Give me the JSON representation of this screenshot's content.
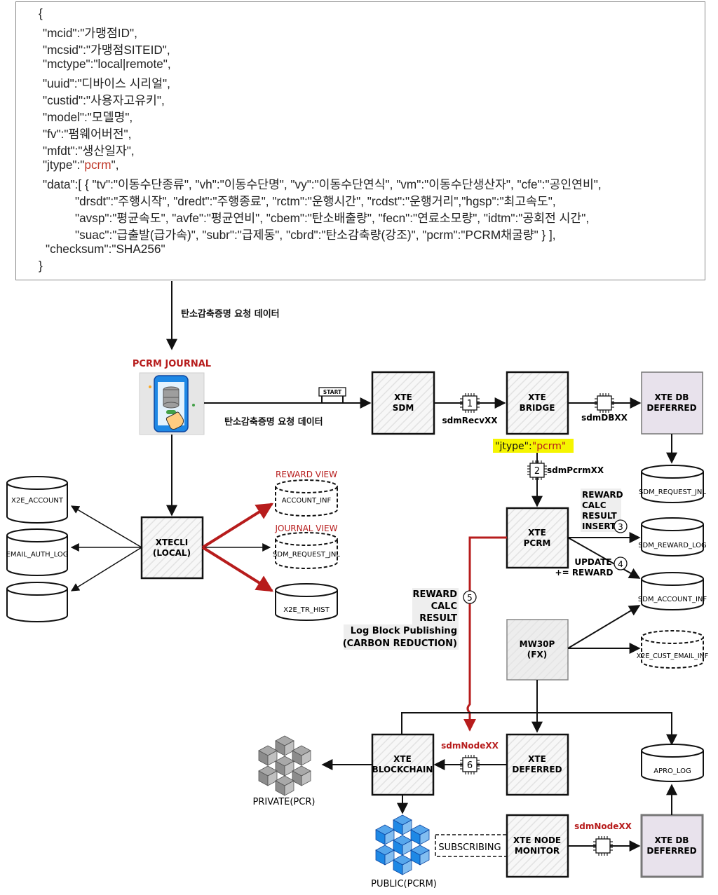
{
  "json_text": {
    "open_brace": "{",
    "close_brace": "}",
    "lines": [
      "\"mcid\":\"가맹점ID\",",
      "\"mcsid\":\"가맹점SITEID\",",
      "\"mctype\":\"local|remote\",",
      "\"uuid\":\"디바이스 시리얼\",",
      "\"custid\":\"사용자고유키\",",
      "\"model\":\"모델명\",",
      "\"fv\":\"펌웨어버전\",",
      "\"mfdt\":\"생산일자\","
    ],
    "jtype_prefix": "\"jtype\":\"",
    "jtype_value": "pcrm",
    "jtype_suffix": "\",",
    "data_lines": [
      "\"data\":[ { \"tv\":\"이동수단종류\",  \"vh\":\"이동수단명\", \"vy\":\"이동수단연식\", \"vm\":\"이동수단생산자\", \"cfe\":\"공인연비\",",
      "\"drsdt\":\"주행시작\",  \"dredt\":\"주행종료\", \"rctm\":\"운행시간\", \"rcdst\":\"운행거리\",\"hgsp\":\"최고속도\",",
      "\"avsp\":\"평균속도\", \"avfe\":\"평균연비\", \"cbem\":\"탄소배출량\", \"fecn\":\"연료소모량\", \"idtm\":\"공회전 시간\",",
      "\"suac\":\"급출발(급가속)\", \"subr\":\"급제동\", \"cbrd\":\"탄소감축량(강조)\", \"pcrm\":\"PCRM채굴량\" } ],"
    ],
    "checksum_line": "\"checksum\":\"SHA256\""
  },
  "labels": {
    "request_data_top": "탄소감축증명 요청 데이터",
    "request_data_mid": "탄소감축증명 요청 데이터",
    "pcrm_journal": "PCRM JOURNAL",
    "start_sign": "START",
    "xte_sdm": [
      "XTE",
      "SDM"
    ],
    "xte_bridge": [
      "XTE",
      "BRIDGE"
    ],
    "xte_db_deferred_top": [
      "XTE DB",
      "DEFERRED"
    ],
    "xte_pcrm": [
      "XTE",
      "PCRM"
    ],
    "xtecli": [
      "XTECLI",
      "(LOCAL)"
    ],
    "mw30p": [
      "MW30P",
      "(FX)"
    ],
    "xte_blockchain": [
      "XTE",
      "BLOCKCHAIN"
    ],
    "xte_deferred": [
      "XTE",
      "DEFERRED"
    ],
    "xte_node_monitor": [
      "XTE NODE",
      "MONITOR"
    ],
    "xte_db_deferred_bottom": [
      "XTE DB",
      "DEFERRED"
    ],
    "sdm_recv": "sdmRecvXX",
    "sdm_db": "sdmDBXX",
    "jtype_badge_key": "\"jtype\":",
    "jtype_badge_value": "\"pcrm\"",
    "sdm_pcrm": "sdmPcrmXX",
    "reward_calc_insert": [
      "REWARD",
      "CALC",
      "RESULT",
      "INSERT"
    ],
    "update_reward": [
      "UPDATE",
      "+= REWARD"
    ],
    "reward_calc_publish": [
      "REWARD",
      "CALC",
      "RESULT",
      "Log Block Publishing",
      "(CARBON REDUCTION)"
    ],
    "sdm_node_a": "sdmNodeXX",
    "sdm_node_b": "sdmNodeXX",
    "subscribing": "SUBSCRIBING",
    "private": "PRIVATE(PCR)",
    "public": "PUBLIC(PCRM)",
    "reward_view": "REWARD VIEW",
    "journal_view": "JOURNAL VIEW",
    "step_numbers": [
      "1",
      "2",
      "3",
      "4",
      "5",
      "6"
    ]
  },
  "databases": {
    "x2e_account": "X2E_ACCOUNT",
    "email_auth_log": "EMAIL_AUTH_LOG",
    "blank_db": "",
    "account_inf": "ACCOUNT_INF",
    "sdm_request_jnl_view": "SDM_REQUEST_JNL",
    "x2e_tr_hist": "X2E_TR_HIST",
    "sdm_request_jnl": "SDM_REQUEST_JNL",
    "sdm_reward_log": "SDM_REWARD_LOG",
    "sdm_account_inf": "SDM_ACCOUNT_INF",
    "x2e_cust_email_inf": "X2E_CUST_EMAIL_INF",
    "apro_log": "APRO_LOG"
  },
  "colors": {
    "accent_red": "#b71c1c",
    "jtype_highlight": "#f5f500",
    "db_box_fill": "#e8e2ec",
    "icon_blue": "#1e88e5",
    "icon_gray": "#8c8c8c"
  }
}
